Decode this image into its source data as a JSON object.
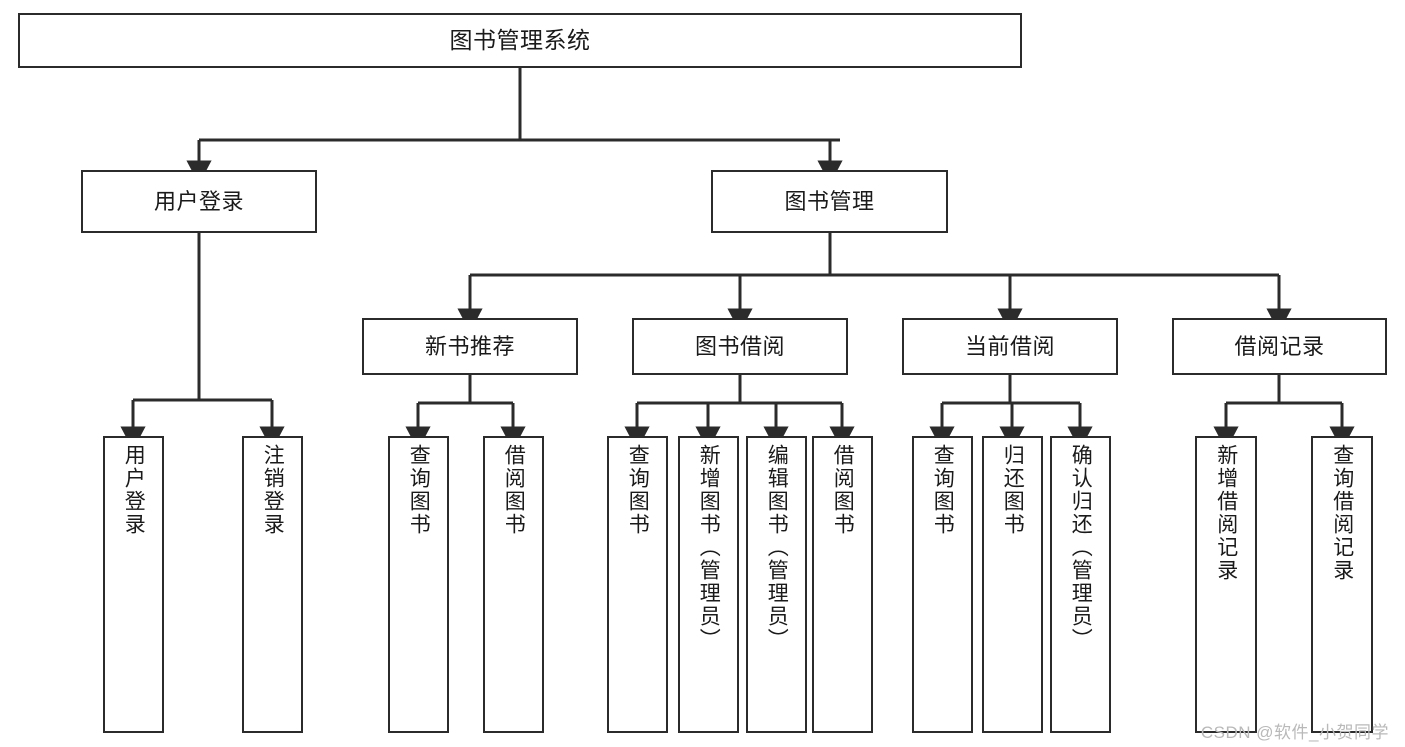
{
  "diagram": {
    "title": "图书管理系统",
    "type": "hierarchy-tree",
    "watermark": "CSDN @软件_小贺同学",
    "colors": {
      "stroke": "#2b2b2b",
      "fill": "#ffffff",
      "text": "#1a1a1a",
      "watermark": "#b9b9b9"
    },
    "nodes": {
      "root": {
        "label": "图书管理系统"
      },
      "level2": [
        {
          "id": "user-login",
          "label": "用户登录"
        },
        {
          "id": "book-management",
          "label": "图书管理"
        }
      ],
      "level3": [
        {
          "id": "new-book-recommend",
          "label": "新书推荐"
        },
        {
          "id": "book-borrow",
          "label": "图书借阅"
        },
        {
          "id": "current-borrow",
          "label": "当前借阅"
        },
        {
          "id": "borrow-record",
          "label": "借阅记录"
        }
      ],
      "leaves": [
        {
          "id": "leaf-user-login",
          "label": "用户登录",
          "parent": "user-login"
        },
        {
          "id": "leaf-logout-login",
          "label": "注销登录",
          "parent": "user-login"
        },
        {
          "id": "leaf-query-book-1",
          "label": "查询图书",
          "parent": "new-book-recommend"
        },
        {
          "id": "leaf-borrow-book-1",
          "label": "借阅图书",
          "parent": "new-book-recommend"
        },
        {
          "id": "leaf-query-book-2",
          "label": "查询图书",
          "parent": "book-borrow"
        },
        {
          "id": "leaf-add-book",
          "label": "新增图书（管理员）",
          "parent": "book-borrow"
        },
        {
          "id": "leaf-edit-book",
          "label": "编辑图书（管理员）",
          "parent": "book-borrow"
        },
        {
          "id": "leaf-borrow-book-2",
          "label": "借阅图书",
          "parent": "book-borrow"
        },
        {
          "id": "leaf-query-book-3",
          "label": "查询图书",
          "parent": "current-borrow"
        },
        {
          "id": "leaf-return-book",
          "label": "归还图书",
          "parent": "current-borrow"
        },
        {
          "id": "leaf-confirm-return",
          "label": "确认归还（管理员）",
          "parent": "current-borrow"
        },
        {
          "id": "leaf-add-record",
          "label": "新增借阅记录",
          "parent": "borrow-record"
        },
        {
          "id": "leaf-query-record",
          "label": "查询借阅记录",
          "parent": "borrow-record"
        }
      ]
    }
  }
}
